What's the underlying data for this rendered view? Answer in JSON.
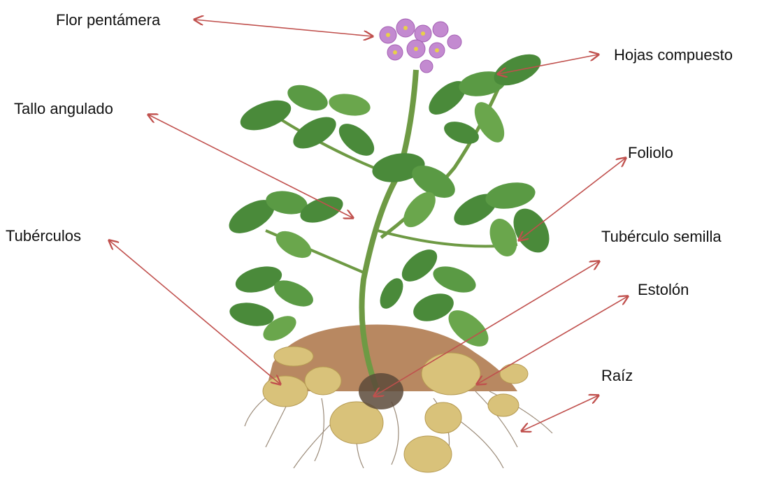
{
  "labels": {
    "flor": "Flor pentámera",
    "hojas": "Hojas compuesto",
    "tallo": "Tallo angulado",
    "foliolo": "Foliolo",
    "tuberculos": "Tubérculos",
    "semilla": "Tubérculo semilla",
    "estolon": "Estolón",
    "raiz": "Raíz"
  },
  "colors": {
    "arrow": "#c0504d",
    "leaf": "#4a8a3a",
    "leaf_light": "#7db05a",
    "flower": "#c38ad0",
    "tuber": "#d9c27a",
    "soil": "#b07b50",
    "root": "#9a8a78"
  }
}
